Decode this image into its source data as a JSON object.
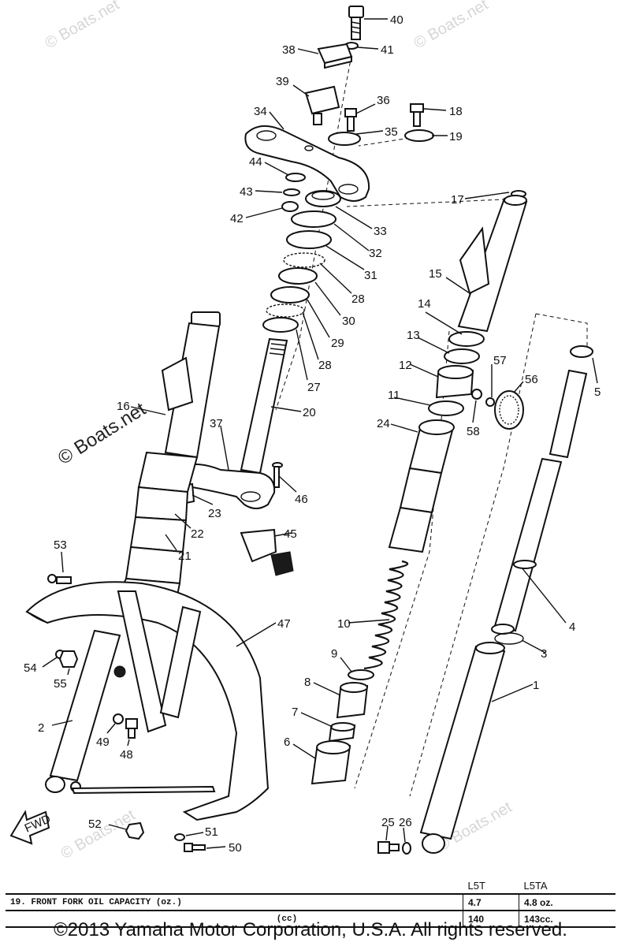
{
  "watermark": {
    "text": "© Boats.net",
    "short": "Boats.net"
  },
  "callouts": [
    "40",
    "41",
    "38",
    "39",
    "36",
    "18",
    "35",
    "19",
    "34",
    "44",
    "43",
    "42",
    "17",
    "33",
    "32",
    "31",
    "28",
    "30",
    "29",
    "28",
    "27",
    "15",
    "14",
    "13",
    "57",
    "56",
    "12",
    "5",
    "11",
    "58",
    "16",
    "20",
    "37",
    "24",
    "46",
    "23",
    "22",
    "21",
    "45",
    "53",
    "4",
    "10",
    "47",
    "3",
    "54",
    "55",
    "9",
    "1",
    "8",
    "2",
    "7",
    "49",
    "48",
    "6",
    "52",
    "51",
    "50",
    "25",
    "26"
  ],
  "fwd_label": "FWD",
  "table": {
    "models": [
      "L5T",
      "L5TA"
    ],
    "rows": [
      {
        "label": "19.   FRONT FORK OIL CAPACITY (oz.)",
        "l5t": "4.7",
        "l5ta": "4.8 oz."
      },
      {
        "label": "(cc)",
        "l5t": "140",
        "l5ta": "143cc."
      }
    ]
  },
  "copyright": "©2013 Yamaha Motor Corporation, U.S.A. All rights reserved."
}
